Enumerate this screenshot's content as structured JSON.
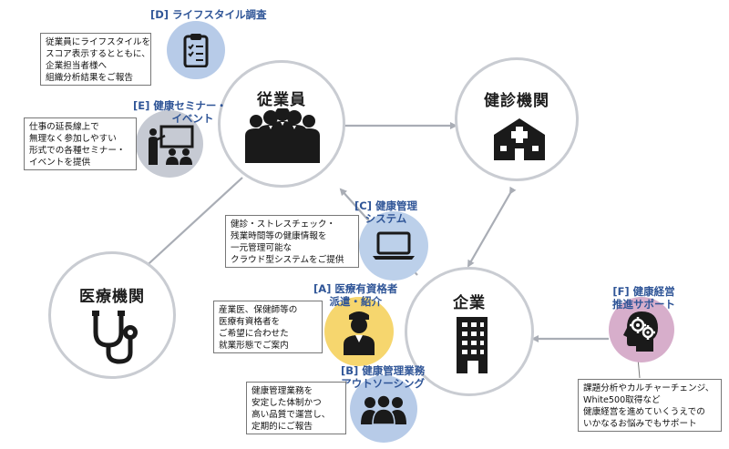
{
  "nodes": {
    "employee": "従業員",
    "checkup": "健診機関",
    "medical": "医療機関",
    "company": "企業"
  },
  "services": {
    "d": {
      "title": "[D] ライフスタイル調査",
      "desc": [
        "従業員にライフスタイルを",
        "スコア表示するとともに、",
        "企業担当者様へ",
        "組織分析結果をご報告"
      ]
    },
    "e": {
      "title_line1": "[E] 健康セミナー・",
      "title_line2": "イベント",
      "desc": [
        "仕事の延長線上で",
        "無理なく参加しやすい",
        "形式での各種セミナー・",
        "イベントを提供"
      ]
    },
    "c": {
      "title_line1": "[C] 健康管理",
      "title_line2": "システム",
      "desc": [
        "健診・ストレスチェック・",
        "残業時間等の健康情報を",
        "一元管理可能な",
        "クラウド型システムをご提供"
      ]
    },
    "a": {
      "title_line1": "[A] 医療有資格者",
      "title_line2": "派遣・紹介",
      "desc": [
        "産業医、保健師等の",
        "医療有資格者を",
        "ご希望に合わせた",
        "就業形態でご案内"
      ]
    },
    "b": {
      "title_line1": "[B] 健康管理業務",
      "title_line2": "アウトソーシング",
      "desc": [
        "健康管理業務を",
        "安定した体制かつ",
        "高い品質で運営し、",
        "定期的にご報告"
      ]
    },
    "f": {
      "title_line1": "[F] 健康経営",
      "title_line2": "推進サポート",
      "desc": [
        "課題分析やカルチャーチェンジ、",
        "White500取得など",
        "健康経営を進めていくうえでの",
        "いかなるお悩みでもサポート"
      ]
    }
  },
  "colors": {
    "ring": "#c9ccd2",
    "title_blue": "#2f5597",
    "icon_dark": "#1a1a1a"
  }
}
